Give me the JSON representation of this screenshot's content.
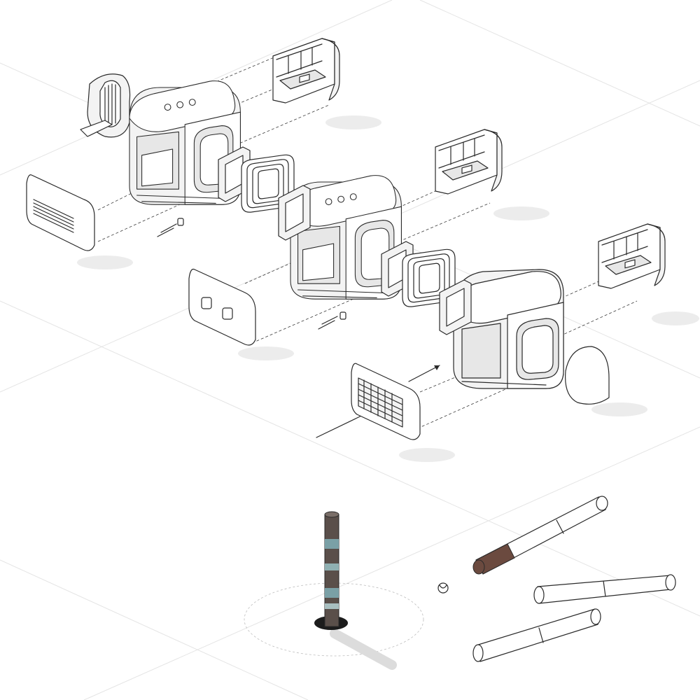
{
  "diagram": {
    "modules": [
      {
        "id": "module-1",
        "porthole_count": 3
      },
      {
        "id": "module-2",
        "porthole_count": 3
      },
      {
        "id": "module-3",
        "porthole_count": 0
      }
    ],
    "connector_count": 2,
    "roll_count": 3
  },
  "colors": {
    "line": "#2a2a2a",
    "fill": "#ffffff",
    "grid": "#e4e4e4",
    "column_band_a": "#5a4f4a",
    "column_band_b": "#7aa0a6",
    "roll_band": "#6b4a3f",
    "base_disc": "#1c1c1c"
  }
}
